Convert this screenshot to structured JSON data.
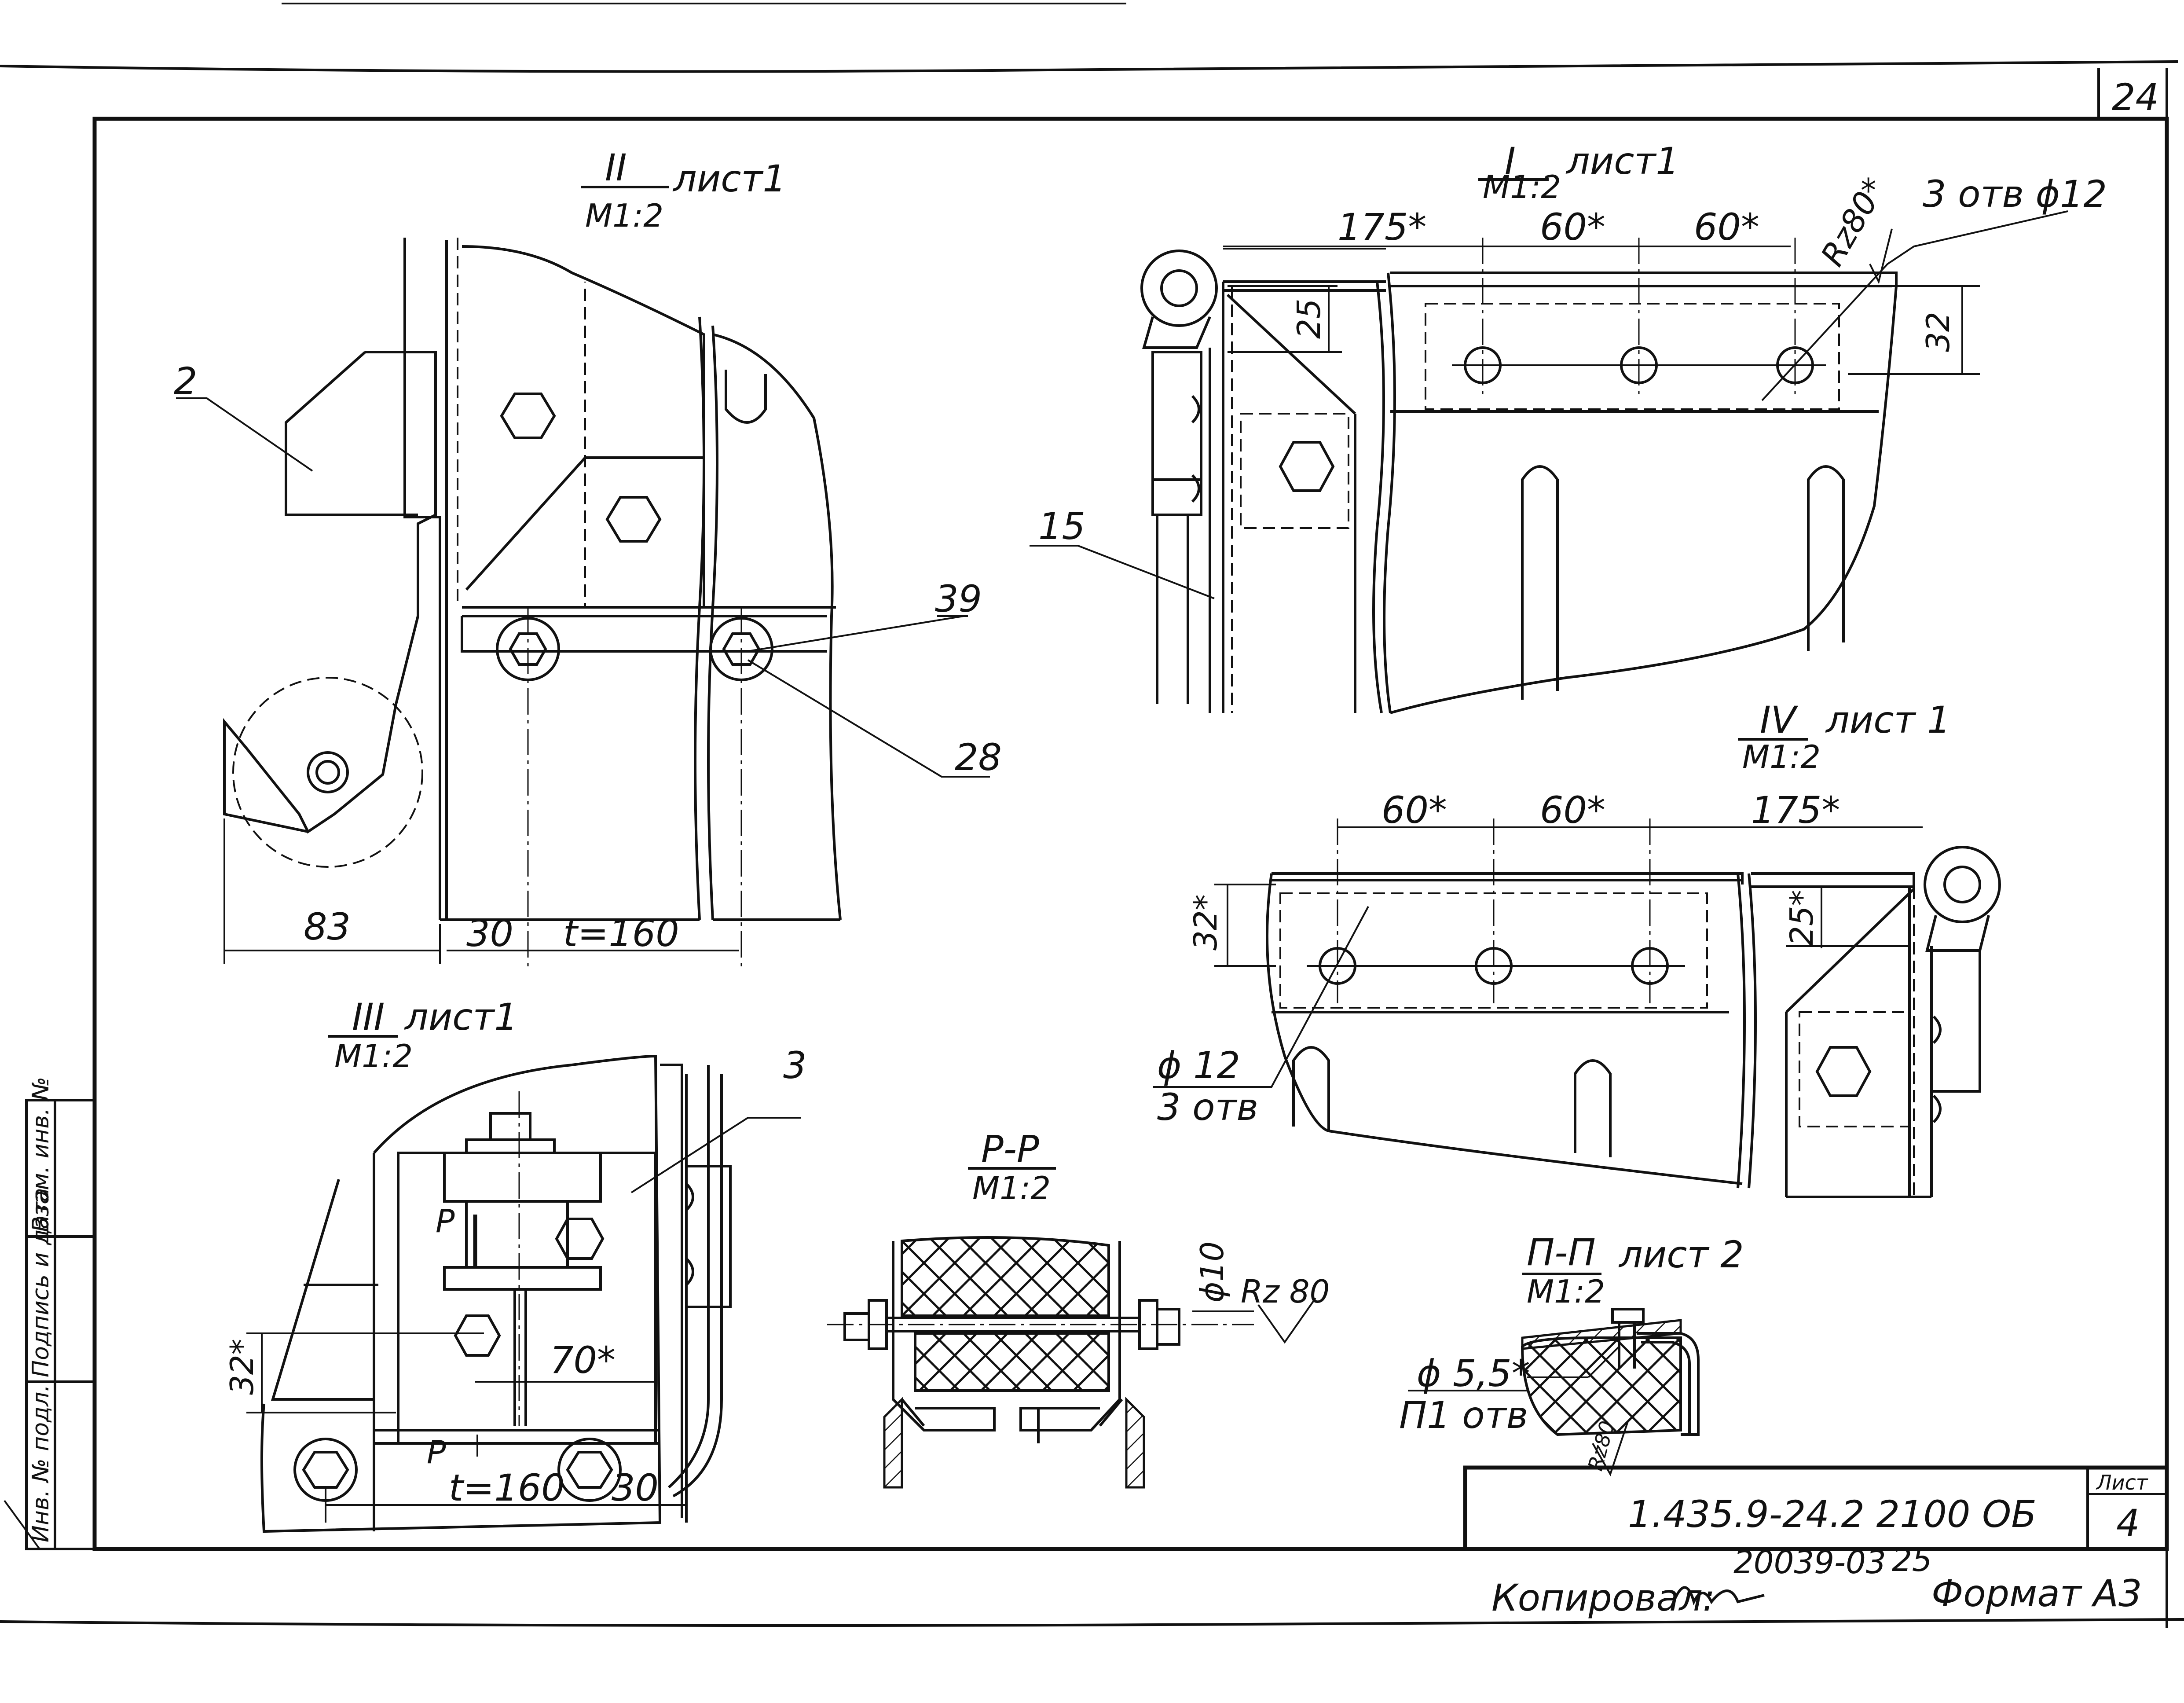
{
  "sheet": {
    "page_number": "24",
    "footer_code": "1.435.9-24.2   2100   ОБ",
    "list_label": "Лист",
    "list_number": "4",
    "order_number": "20039-03",
    "order_suffix": "25",
    "copied_by": "Копировал:",
    "format": "Формат А3",
    "side_stamp": [
      "Инв. № подл.",
      "Подпись и дата",
      "Взам. инв. №"
    ]
  },
  "views": {
    "II": {
      "title": "II",
      "sheet_ref": "лист1",
      "scale": "М1:2",
      "dims": {
        "d83": "83",
        "d30": "30",
        "pitch": "t=160"
      },
      "callouts": {
        "c2": "2",
        "c39": "39",
        "c28": "28"
      }
    },
    "I": {
      "title": "I",
      "sheet_ref": "лист1",
      "scale": "М1:2",
      "dims": {
        "d175": "175*",
        "d60a": "60*",
        "d60b": "60*",
        "d25": "25",
        "d32": "32"
      },
      "roughness": "Rz80*",
      "holes": "3 отв ϕ12",
      "callouts": {
        "c15": "15"
      }
    },
    "IV": {
      "title": "IV",
      "sheet_ref": "лист 1",
      "scale": "М1:2",
      "dims": {
        "d60a": "60*",
        "d60b": "60*",
        "d175": "175*",
        "d32": "32*",
        "d25": "25*"
      },
      "holes_dia": "ϕ 12",
      "holes_count": "3 отв"
    },
    "III": {
      "title": "III",
      "sheet_ref": "лист1",
      "scale": "М1:2",
      "dims": {
        "d32": "32*",
        "d70": "70*",
        "pitch": "t=160",
        "d30": "30"
      },
      "section_mark": "Р",
      "callouts": {
        "c3": "3"
      }
    },
    "PP": {
      "title": "Р-Р",
      "scale": "М1:2",
      "dia": "ϕ10",
      "roughness": "Rz 80"
    },
    "P2": {
      "title": "П-П",
      "sheet_ref": "лист 2",
      "scale": "М1:2",
      "dia": "ϕ 5,5*",
      "holes": "П1 отв",
      "roughness": "Rz80"
    }
  }
}
